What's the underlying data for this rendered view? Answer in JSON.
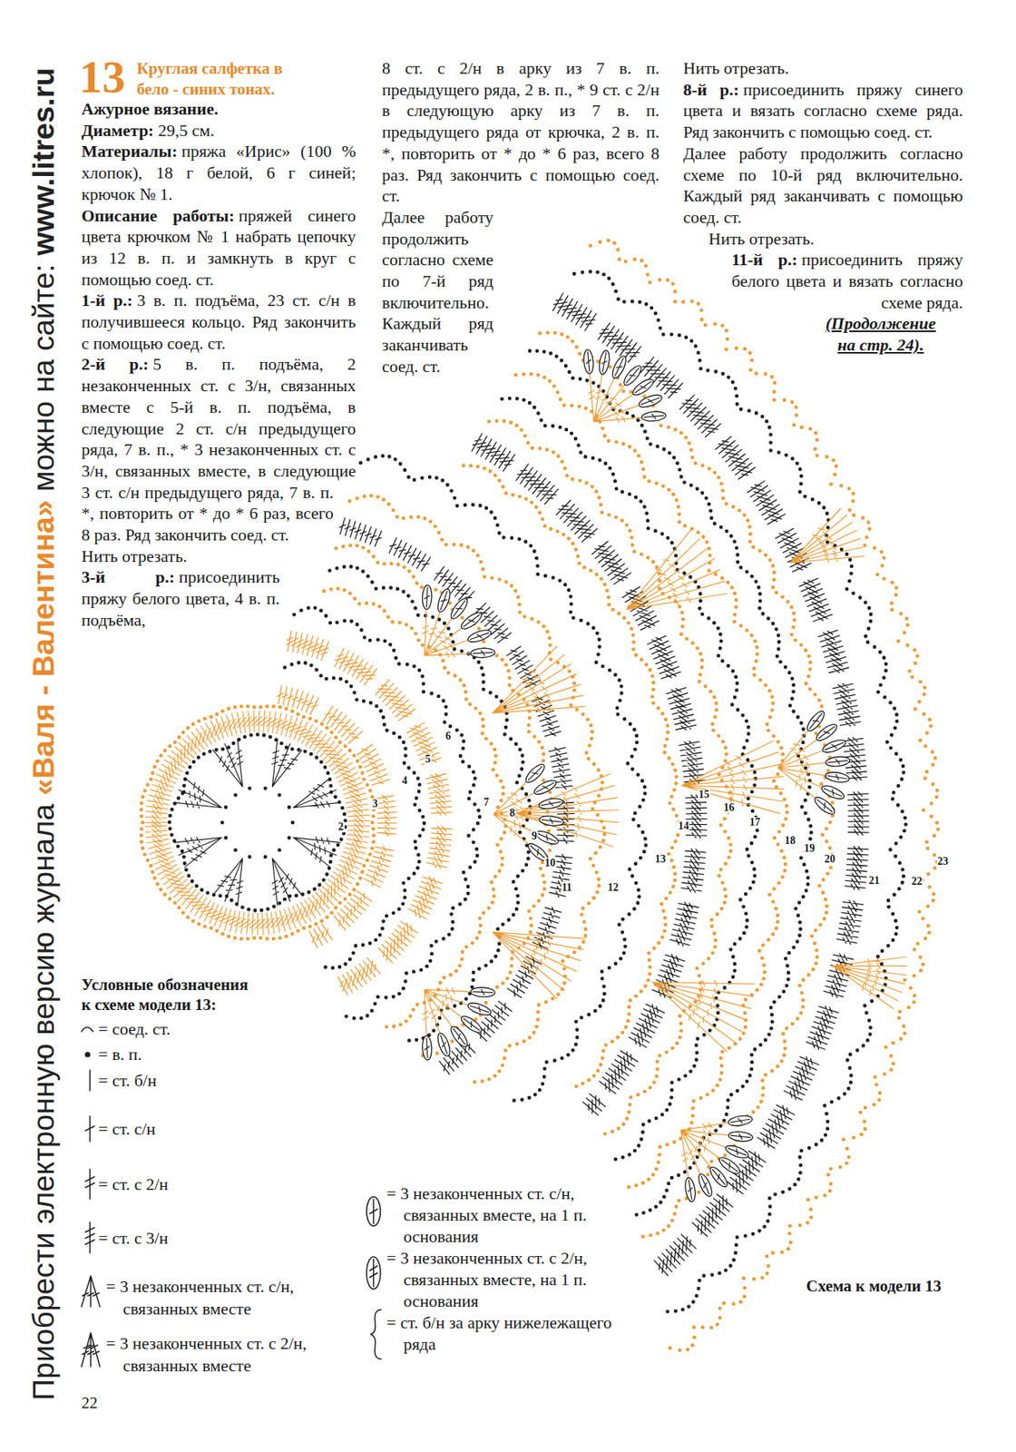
{
  "diagram": {
    "title": "Круглая салфетка в бело - синих тонах.",
    "caption": "Схема к модели 13",
    "labels": [
      "Приобрести электронную версию журнала",
      "«Валя - Валентина»",
      "можно на сайте:",
      "www.litres.ru",
      "13",
      "Ажурное вязание.",
      "Диаметр:",
      "29,5 см.",
      "Материалы:",
      "пряжа «Ирис» (100 % хлопок), 18 г белой, 6 г синей; крючок № 1.",
      "Описание работы:",
      "пряжей синего цвета крючком № 1 набрать цепочку из 12 в. п. и замкнуть в круг с помощью соед. ст.",
      "1-й р.:",
      "3 в. п. подъёма, 23 ст. с/н в получившееся кольцо. Ряд закончить с помощью соед. ст.",
      "2-й р.:",
      "5 в. п. подъёма, 2 незаконченных ст. с 3/н, связанных вместе с 5-й в. п. подъёма, в следующие 2 ст. с/н предыдущего ряда, 7 в. п., * 3 незаконченных ст. с 3/н, связанных вместе, в следующие 3 ст. с/н предыдущего ряда, 7 в. п. *, повторить от * до * 6 раз, всего 8 раз. Ряд закончить соед. ст.",
      "Нить отрезать.",
      "3-й р.:",
      "присоединить пряжу белого цвета, 4 в. п. подъёма,",
      "8 ст. с 2/н в арку из 7 в. п. предыдущего ряда, 2 в. п., * 9 ст. с 2/н в следующую арку из 7 в. п. предыдущего ряда от крючка, 2 в. п. *, повторить от * до * 6 раз, всего 8 раз. Ряд закончить с помощью соед. ст.",
      "Далее работу продолжить согласно схеме по 7-й ряд включительно. Каждый ряд заканчивать соед. ст.",
      "Нить отрезать.",
      "8-й р.:",
      "присоединить пряжу синего цвета и вязать согласно схеме ряда. Ряд закончить с помощью соед. ст.",
      "Далее работу продолжить согласно схеме по 10-й ряд включительно. Каждый ряд заканчивать с помощью соед. ст.",
      "Нить отрезать.",
      "11-й р.:",
      "присоединить пряжу белого цвета и вязать согласно схеме ряда.",
      "(Продолжение на стр. 24).",
      "2",
      "3",
      "4",
      "5",
      "6",
      "7",
      "8",
      "9",
      "10",
      "11",
      "12",
      "13",
      "14",
      "15",
      "16",
      "17",
      "18",
      "19",
      "20",
      "21",
      "22",
      "23",
      "Условные обозначения к схеме модели 13:",
      "22"
    ],
    "legend": [
      {
        "text": "= соед. ст."
      },
      {
        "text": "= в. п."
      },
      {
        "text": "= ст. б/н"
      },
      {
        "text": "= ст. с/н"
      },
      {
        "text": "= ст. с 2/н"
      },
      {
        "text": "= ст. с 3/н"
      },
      {
        "text": "= 3 незаконченных ст. с/н, связанных вместе"
      },
      {
        "text": "= 3 незаконченных ст. с 2/н, связанных вместе"
      },
      {
        "text": "= 3 незаконченных ст. с/н, связанных вместе, на 1 п. основания"
      },
      {
        "text": "= 3 незаконченных ст. с 2/н, связанных вместе, на 1 п. основания"
      },
      {
        "text": "= ст. б/н за арку нижележащего ряда"
      }
    ]
  }
}
